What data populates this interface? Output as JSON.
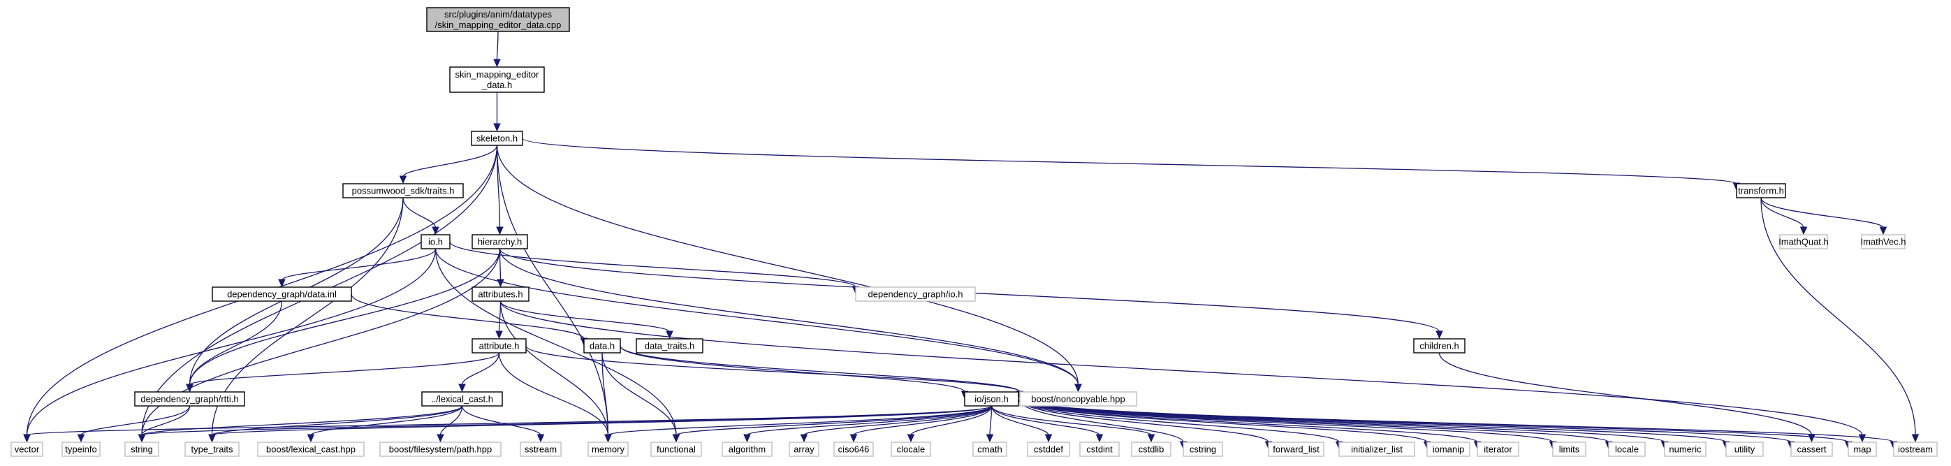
{
  "colors": {
    "edge": "#191970",
    "root_fill": "#bfbfbf",
    "external_border": "#bfbfbf",
    "node_border": "#000000"
  },
  "graph": {
    "nodes": [
      {
        "id": "root",
        "lines": [
          "src/plugins/anim/datatypes",
          "/skin_mapping_editor_data.cpp"
        ],
        "kind": "root"
      },
      {
        "id": "smed",
        "lines": [
          "skin_mapping_editor",
          "_data.h"
        ],
        "kind": "internal"
      },
      {
        "id": "skeleton",
        "lines": [
          "skeleton.h"
        ],
        "kind": "internal"
      },
      {
        "id": "traits",
        "lines": [
          "possumwood_sdk/traits.h"
        ],
        "kind": "internal"
      },
      {
        "id": "transform",
        "lines": [
          "transform.h"
        ],
        "kind": "internal"
      },
      {
        "id": "imathquat",
        "lines": [
          "ImathQuat.h"
        ],
        "kind": "external"
      },
      {
        "id": "imathvec",
        "lines": [
          "ImathVec.h"
        ],
        "kind": "external"
      },
      {
        "id": "ioh",
        "lines": [
          "io.h"
        ],
        "kind": "internal"
      },
      {
        "id": "hierarchy",
        "lines": [
          "hierarchy.h"
        ],
        "kind": "internal"
      },
      {
        "id": "dgio",
        "lines": [
          "dependency_graph/io.h"
        ],
        "kind": "external"
      },
      {
        "id": "dgdata",
        "lines": [
          "dependency_graph/data.inl"
        ],
        "kind": "internal"
      },
      {
        "id": "attributes",
        "lines": [
          "attributes.h"
        ],
        "kind": "internal"
      },
      {
        "id": "datah",
        "lines": [
          "data.h"
        ],
        "kind": "internal"
      },
      {
        "id": "datatraits",
        "lines": [
          "data_traits.h"
        ],
        "kind": "internal"
      },
      {
        "id": "children",
        "lines": [
          "children.h"
        ],
        "kind": "internal"
      },
      {
        "id": "attribute",
        "lines": [
          "attribute.h"
        ],
        "kind": "internal"
      },
      {
        "id": "rtti",
        "lines": [
          "dependency_graph/rtti.h"
        ],
        "kind": "internal"
      },
      {
        "id": "lexical",
        "lines": [
          "../lexical_cast.h"
        ],
        "kind": "internal"
      },
      {
        "id": "json",
        "lines": [
          "io/json.h"
        ],
        "kind": "internal"
      },
      {
        "id": "noncopy",
        "lines": [
          "boost/noncopyable.hpp"
        ],
        "kind": "external"
      },
      {
        "id": "vector",
        "lines": [
          "vector"
        ],
        "kind": "external"
      },
      {
        "id": "typeinfo",
        "lines": [
          "typeinfo"
        ],
        "kind": "external"
      },
      {
        "id": "string",
        "lines": [
          "string"
        ],
        "kind": "external"
      },
      {
        "id": "type_traits",
        "lines": [
          "type_traits"
        ],
        "kind": "external"
      },
      {
        "id": "blexical",
        "lines": [
          "boost/lexical_cast.hpp"
        ],
        "kind": "external"
      },
      {
        "id": "bfspath",
        "lines": [
          "boost/filesystem/path.hpp"
        ],
        "kind": "external"
      },
      {
        "id": "sstream",
        "lines": [
          "sstream"
        ],
        "kind": "external"
      },
      {
        "id": "memory",
        "lines": [
          "memory"
        ],
        "kind": "external"
      },
      {
        "id": "functional",
        "lines": [
          "functional"
        ],
        "kind": "external"
      },
      {
        "id": "algorithm",
        "lines": [
          "algorithm"
        ],
        "kind": "external"
      },
      {
        "id": "array",
        "lines": [
          "array"
        ],
        "kind": "external"
      },
      {
        "id": "ciso646",
        "lines": [
          "ciso646"
        ],
        "kind": "external"
      },
      {
        "id": "clocale",
        "lines": [
          "clocale"
        ],
        "kind": "external"
      },
      {
        "id": "cmath",
        "lines": [
          "cmath"
        ],
        "kind": "external"
      },
      {
        "id": "cstddef",
        "lines": [
          "cstddef"
        ],
        "kind": "external"
      },
      {
        "id": "cstdint",
        "lines": [
          "cstdint"
        ],
        "kind": "external"
      },
      {
        "id": "cstdlib",
        "lines": [
          "cstdlib"
        ],
        "kind": "external"
      },
      {
        "id": "cstring",
        "lines": [
          "cstring"
        ],
        "kind": "external"
      },
      {
        "id": "forward_list",
        "lines": [
          "forward_list"
        ],
        "kind": "external"
      },
      {
        "id": "initializer_list",
        "lines": [
          "initializer_list"
        ],
        "kind": "external"
      },
      {
        "id": "iomanip",
        "lines": [
          "iomanip"
        ],
        "kind": "external"
      },
      {
        "id": "iterator",
        "lines": [
          "iterator"
        ],
        "kind": "external"
      },
      {
        "id": "limits",
        "lines": [
          "limits"
        ],
        "kind": "external"
      },
      {
        "id": "locale",
        "lines": [
          "locale"
        ],
        "kind": "external"
      },
      {
        "id": "numeric",
        "lines": [
          "numeric"
        ],
        "kind": "external"
      },
      {
        "id": "utility",
        "lines": [
          "utility"
        ],
        "kind": "external"
      },
      {
        "id": "cassert",
        "lines": [
          "cassert"
        ],
        "kind": "external"
      },
      {
        "id": "map",
        "lines": [
          "map"
        ],
        "kind": "external"
      },
      {
        "id": "iostream",
        "lines": [
          "iostream"
        ],
        "kind": "external"
      }
    ],
    "edges": [
      [
        "root",
        "smed"
      ],
      [
        "smed",
        "skeleton"
      ],
      [
        "skeleton",
        "vector"
      ],
      [
        "skeleton",
        "string"
      ],
      [
        "skeleton",
        "traits"
      ],
      [
        "skeleton",
        "hierarchy"
      ],
      [
        "skeleton",
        "memory"
      ],
      [
        "skeleton",
        "noncopy"
      ],
      [
        "skeleton",
        "transform"
      ],
      [
        "transform",
        "imathquat"
      ],
      [
        "transform",
        "imathvec"
      ],
      [
        "transform",
        "iostream"
      ],
      [
        "traits",
        "ioh"
      ],
      [
        "traits",
        "rtti"
      ],
      [
        "traits",
        "type_traits"
      ],
      [
        "ioh",
        "dgdata"
      ],
      [
        "ioh",
        "dgio"
      ],
      [
        "ioh",
        "functional"
      ],
      [
        "ioh",
        "noncopy"
      ],
      [
        "ioh",
        "vector"
      ],
      [
        "hierarchy",
        "attributes"
      ],
      [
        "hierarchy",
        "children"
      ],
      [
        "hierarchy",
        "noncopy"
      ],
      [
        "hierarchy",
        "string"
      ],
      [
        "hierarchy",
        "rtti"
      ],
      [
        "dgdata",
        "datah"
      ],
      [
        "dgdata",
        "rtti"
      ],
      [
        "attributes",
        "attribute"
      ],
      [
        "attributes",
        "datatraits"
      ],
      [
        "attributes",
        "memory"
      ],
      [
        "attributes",
        "map"
      ],
      [
        "attribute",
        "rtti"
      ],
      [
        "attribute",
        "lexical"
      ],
      [
        "attribute",
        "memory"
      ],
      [
        "attribute",
        "noncopy"
      ],
      [
        "datah",
        "json"
      ],
      [
        "datah",
        "memory"
      ],
      [
        "datah",
        "functional"
      ],
      [
        "datah",
        "noncopy"
      ],
      [
        "children",
        "cassert"
      ],
      [
        "rtti",
        "string"
      ],
      [
        "rtti",
        "typeinfo"
      ],
      [
        "lexical",
        "string"
      ],
      [
        "lexical",
        "type_traits"
      ],
      [
        "lexical",
        "blexical"
      ],
      [
        "lexical",
        "bfspath"
      ],
      [
        "lexical",
        "sstream"
      ],
      [
        "json",
        "vector"
      ],
      [
        "json",
        "string"
      ],
      [
        "json",
        "type_traits"
      ],
      [
        "json",
        "memory"
      ],
      [
        "json",
        "functional"
      ],
      [
        "json",
        "algorithm"
      ],
      [
        "json",
        "array"
      ],
      [
        "json",
        "ciso646"
      ],
      [
        "json",
        "clocale"
      ],
      [
        "json",
        "cmath"
      ],
      [
        "json",
        "cstddef"
      ],
      [
        "json",
        "cstdint"
      ],
      [
        "json",
        "cstdlib"
      ],
      [
        "json",
        "cstring"
      ],
      [
        "json",
        "forward_list"
      ],
      [
        "json",
        "initializer_list"
      ],
      [
        "json",
        "iomanip"
      ],
      [
        "json",
        "iterator"
      ],
      [
        "json",
        "limits"
      ],
      [
        "json",
        "locale"
      ],
      [
        "json",
        "numeric"
      ],
      [
        "json",
        "utility"
      ],
      [
        "json",
        "cassert"
      ],
      [
        "json",
        "map"
      ],
      [
        "json",
        "iostream"
      ]
    ]
  }
}
